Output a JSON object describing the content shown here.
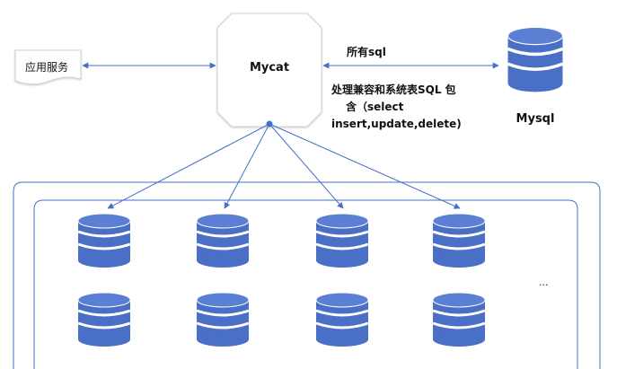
{
  "app_service": {
    "label": "应用服务"
  },
  "mycat": {
    "label": "Mycat"
  },
  "mysql": {
    "label": "Mysql"
  },
  "edge_top": {
    "label": "所有sql"
  },
  "edge_bottom": {
    "line1": "处理兼容和系统表SQL 包",
    "line2": "含（select",
    "line3": "insert,update,delete)"
  },
  "cluster": {
    "ellipsis": "..."
  },
  "colors": {
    "stroke": "#4472c4",
    "db_fill": "#4a6fc6",
    "db_band": "#ffffff",
    "text": "#111111"
  },
  "icons": {
    "database": "database-cylinder-icon",
    "node": "octagon-node-icon",
    "doc": "document-shape-icon"
  }
}
